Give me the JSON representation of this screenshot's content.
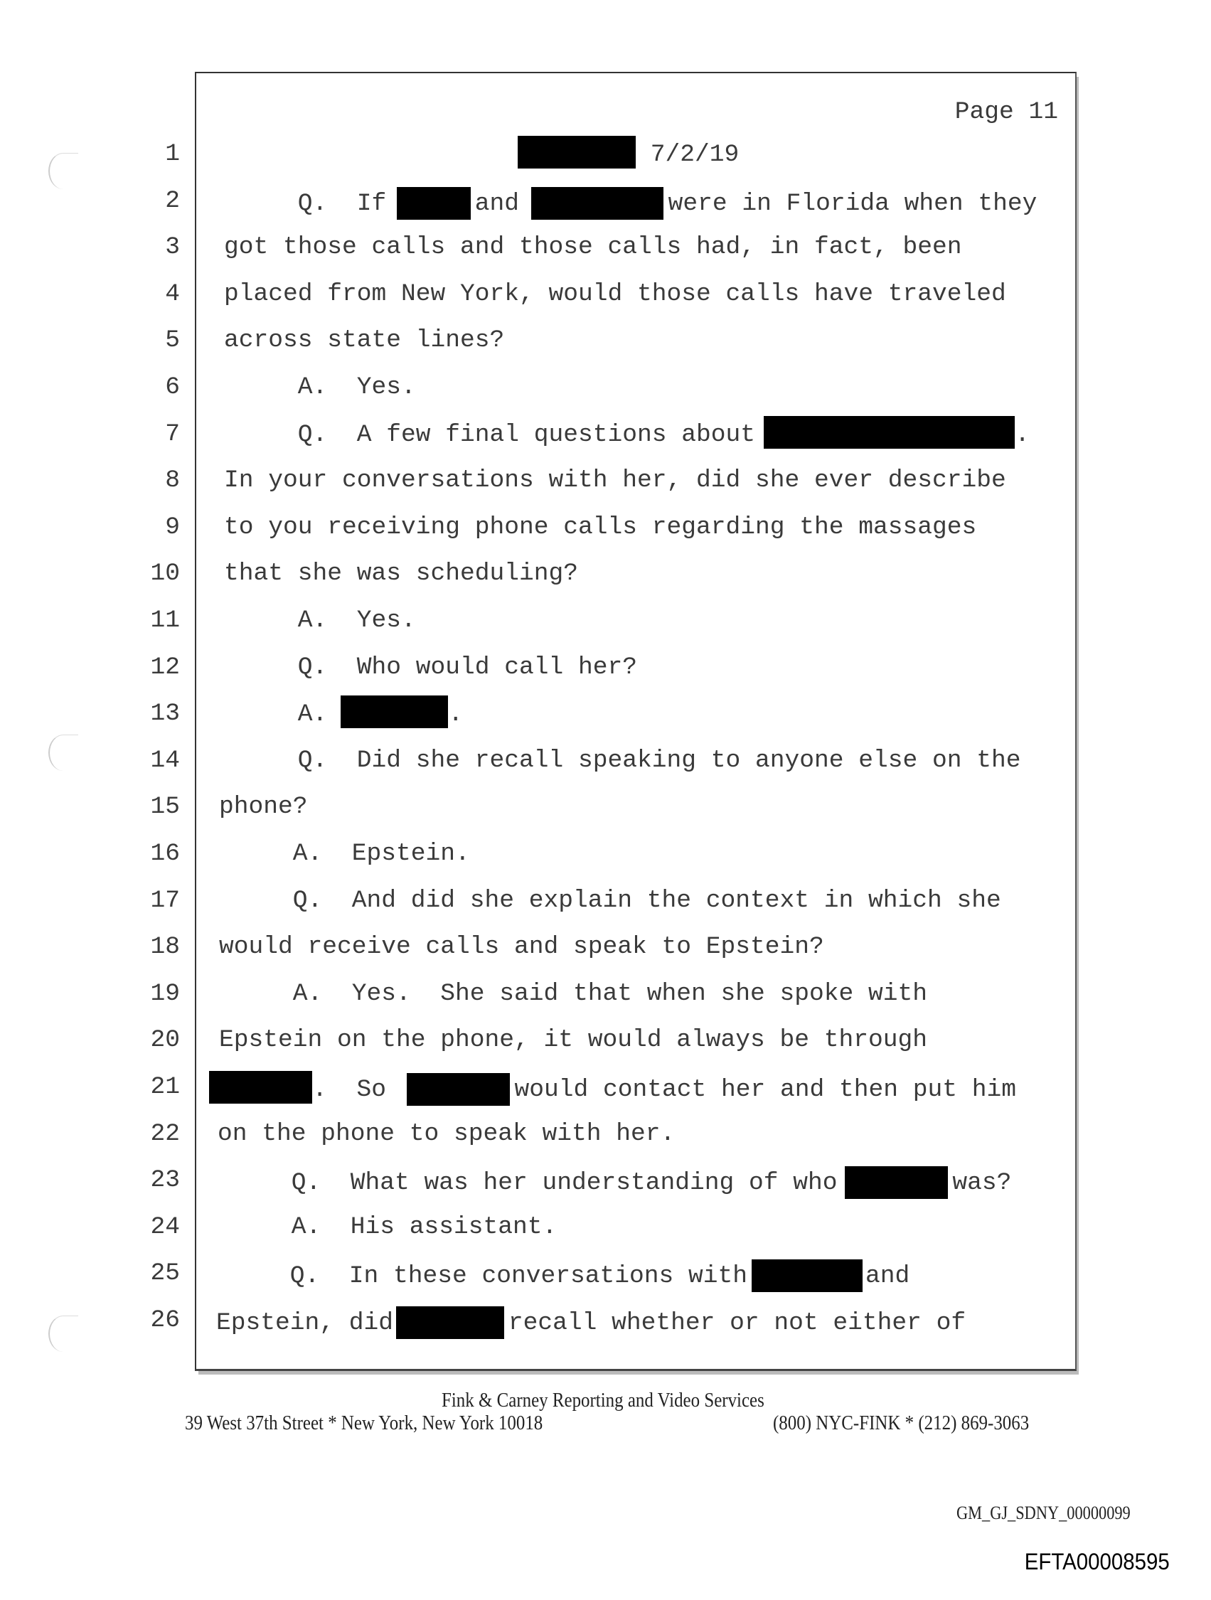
{
  "header": {
    "page_label": "Page 11"
  },
  "line_numbers": [
    "1",
    "2",
    "3",
    "4",
    "5",
    "6",
    "7",
    "8",
    "9",
    "10",
    "11",
    "12",
    "13",
    "14",
    "15",
    "16",
    "17",
    "18",
    "19",
    "20",
    "21",
    "22",
    "23",
    "24",
    "25",
    "26"
  ],
  "lines": {
    "l1": [
      "7/2/19"
    ],
    "l2": [
      "Q.  If",
      "and",
      "were in Florida when they"
    ],
    "l3": [
      "got those calls and those calls had, in fact, been"
    ],
    "l4": [
      "placed from New York, would those calls have traveled"
    ],
    "l5": [
      "across state lines?"
    ],
    "l6": [
      "     A.  Yes."
    ],
    "l7": [
      "     Q.  A few final questions about",
      "."
    ],
    "l8": [
      "In your conversations with her, did she ever describe"
    ],
    "l9": [
      "to you receiving phone calls regarding the massages"
    ],
    "l10": [
      "that she was scheduling?"
    ],
    "l11": [
      "     A.  Yes."
    ],
    "l12": [
      "     Q.  Who would call her?"
    ],
    "l13": [
      "     A.",
      "."
    ],
    "l14": [
      "     Q.  Did she recall speaking to anyone else on the"
    ],
    "l15": [
      "phone?"
    ],
    "l16": [
      "     A.  Epstein."
    ],
    "l17": [
      "     Q.  And did she explain the context in which she"
    ],
    "l18": [
      "would receive calls and speak to Epstein?"
    ],
    "l19": [
      "     A.  Yes.  She said that when she spoke with"
    ],
    "l20": [
      "Epstein on the phone, it would always be through"
    ],
    "l21": [
      ".  So",
      "would contact her and then put him"
    ],
    "l22": [
      "on the phone to speak with her."
    ],
    "l23": [
      "     Q.  What was her understanding of who",
      "was?"
    ],
    "l24": [
      "     A.  His assistant."
    ],
    "l25": [
      "     Q.  In these conversations with",
      "and"
    ],
    "l26": [
      "Epstein, did",
      "recall whether or not either of"
    ]
  },
  "footer": {
    "company": "Fink & Carney Reporting and Video Services",
    "address": "39 West 37th Street * New York, New York 10018",
    "phone": "(800) NYC-FINK * (212) 869-3063"
  },
  "bates": {
    "gm": "GM_GJ_SDNY_00000099",
    "efta": "EFTA00008595"
  }
}
